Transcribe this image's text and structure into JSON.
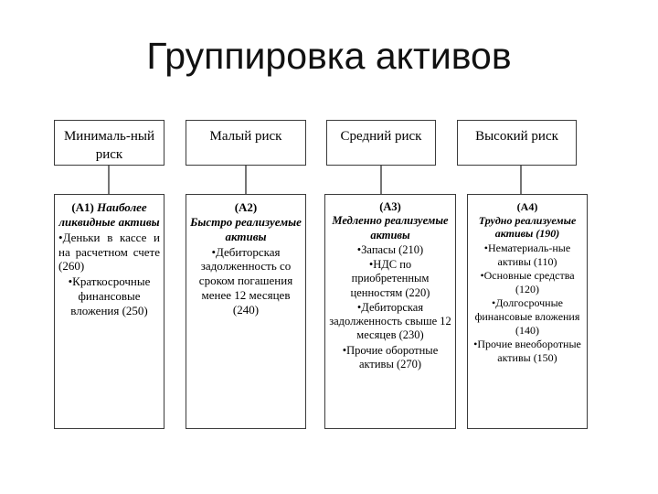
{
  "title": "Группировка активов",
  "icons": {
    "bullet": "•"
  },
  "colors": {
    "background": "#ffffff",
    "text": "#000000",
    "box_border": "#3b3b3b",
    "connector_line": "#757575"
  },
  "columns": [
    {
      "header": "Минималь-ный риск",
      "code": "(А1)",
      "category": "Наиболее ликвидные активы",
      "items": [
        "Деньки в кассе и на расчетном счете (260)",
        "Краткосрочные финансовые вложения (250)"
      ]
    },
    {
      "header": "Малый риск",
      "code": "(А2)",
      "category": "Быстро реализуемые активы",
      "items": [
        "Дебиторская задолженность  со сроком погашения менее 12 месяцев (240)"
      ]
    },
    {
      "header": "Средний риск",
      "code": "(А3)",
      "category": "Медленно реализуемые активы",
      "items": [
        "Запасы (210)",
        "НДС  по приобретенным ценностям (220)",
        "Дебиторская задолженность свыше 12 месяцев (230)",
        "Прочие оборотные активы (270)"
      ]
    },
    {
      "header": "Высокий риск",
      "code": "(А4)",
      "category": "Трудно реализуемые активы (190)",
      "items": [
        "Нематериаль-ные активы (110)",
        "Основные средства (120)",
        "Долгосрочные финансовые вложения (140)",
        "Прочие внеоборотные активы (150)"
      ]
    }
  ]
}
